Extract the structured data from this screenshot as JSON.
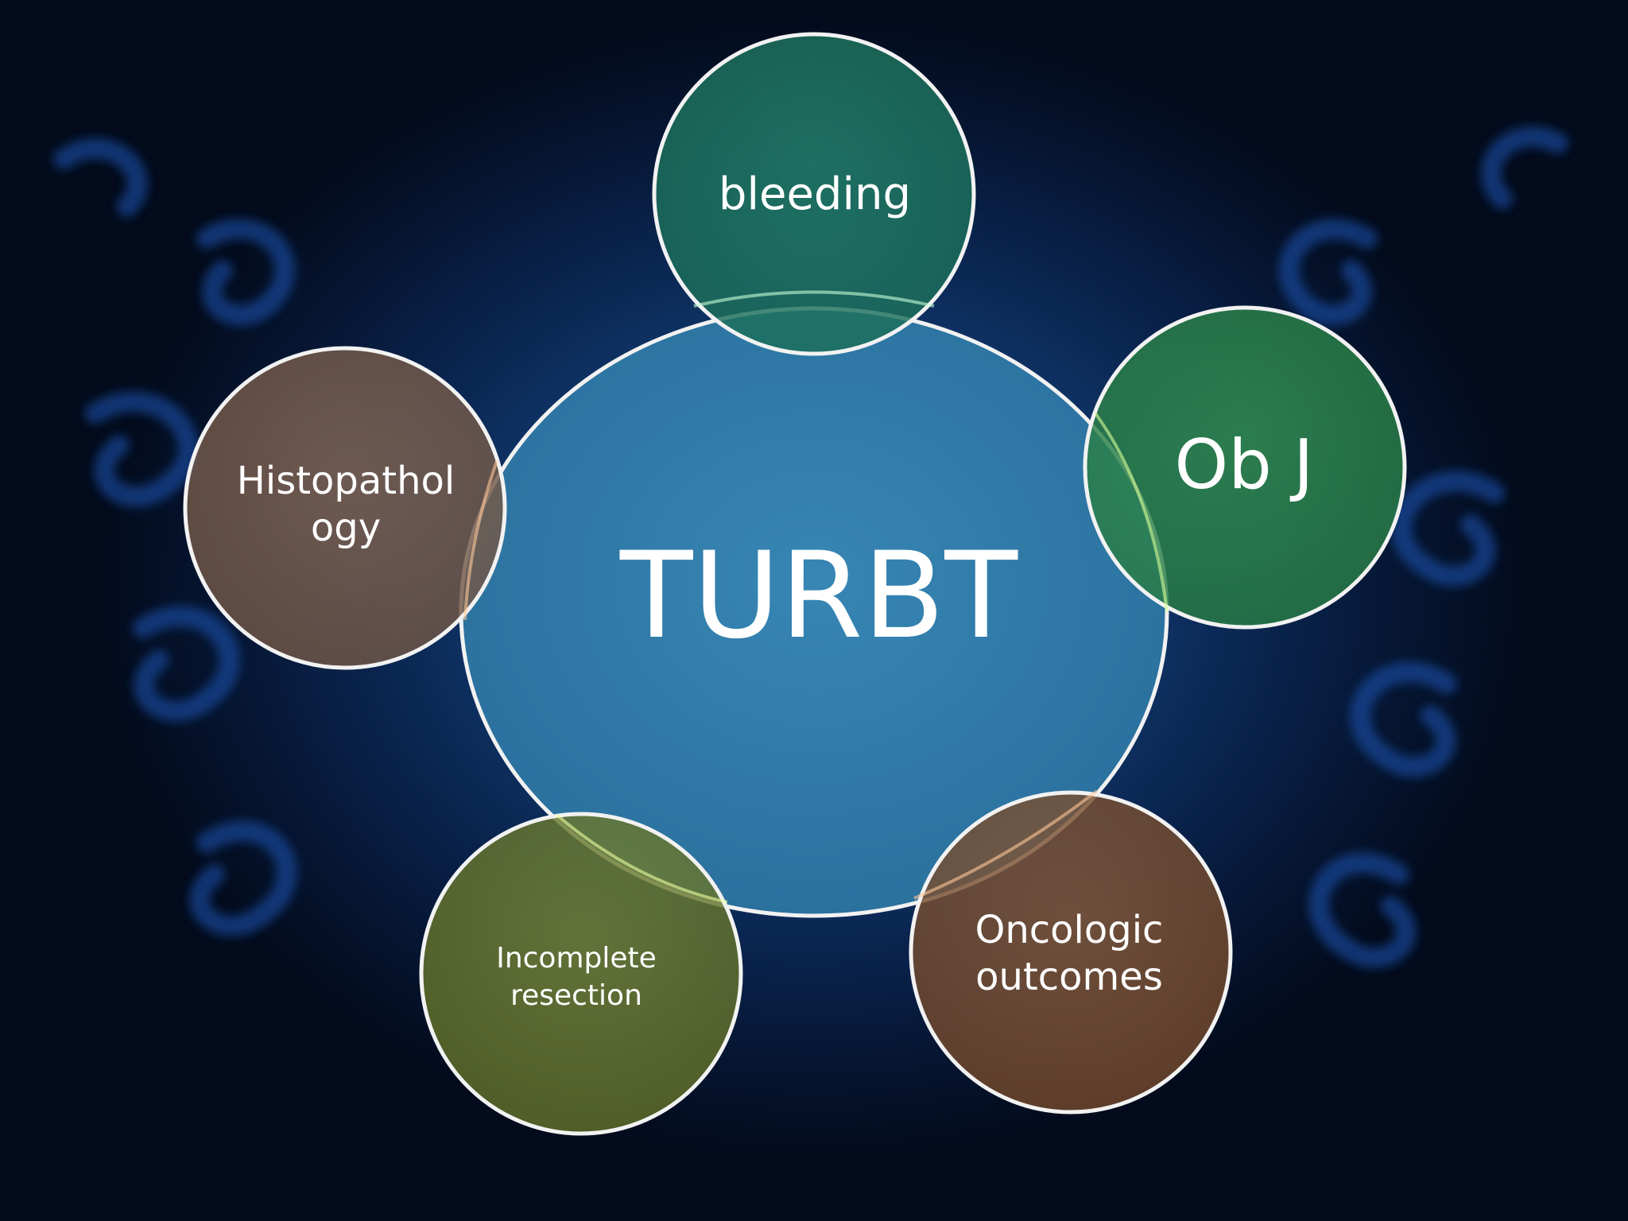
{
  "diagram": {
    "center": {
      "label": "TURBT"
    },
    "nodes": [
      {
        "id": "top",
        "label": "bleeding"
      },
      {
        "id": "right",
        "label": "Ob J"
      },
      {
        "id": "left",
        "label": "Histopathol\nogy"
      },
      {
        "id": "bottom-left",
        "label": "Incomplete\nresection"
      },
      {
        "id": "bottom-right",
        "label": "Oncologic\noutcomes"
      }
    ]
  },
  "colors": {
    "center_fill": "#2f7aa6",
    "top_fill": "#1f7a63",
    "right_fill": "#2f8a4f",
    "left_fill": "#7a5e4c",
    "bottom_left_fill": "#6b7a2e",
    "bottom_right_fill": "#7a4e30",
    "outline": "#f2f2f2"
  }
}
